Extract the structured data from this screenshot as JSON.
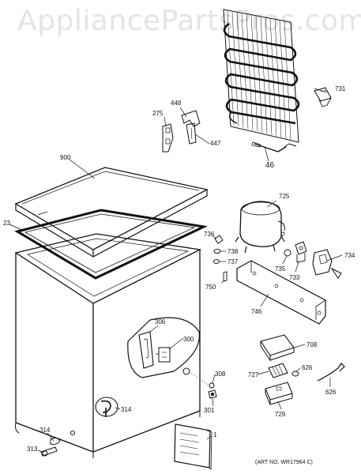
{
  "watermark": "AppliancePartsPros.com",
  "art_number": "(ART NO. WR17964 C)",
  "callouts": {
    "c900": "900",
    "c23": "23",
    "c275": "275",
    "c448": "448",
    "c447": "447",
    "c46": "46",
    "c731": "731",
    "c725": "725",
    "c736": "736",
    "c738": "738",
    "c737": "737",
    "c750": "750",
    "c735": "735",
    "c733": "733",
    "c734": "734",
    "c746": "746",
    "c306": "306",
    "c300": "300",
    "c708": "708",
    "c727": "727",
    "c626a": "626",
    "c626b": "626",
    "c729": "729",
    "c308": "308",
    "c301": "301",
    "c314a": "314",
    "c314b": "314",
    "c313": "313",
    "c1": "1"
  }
}
